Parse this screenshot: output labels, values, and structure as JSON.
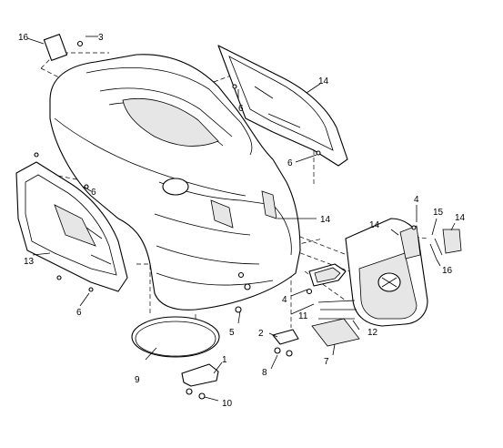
{
  "diagram": {
    "callouts": [
      {
        "id": "c1",
        "text": "1"
      },
      {
        "id": "c2",
        "text": "2"
      },
      {
        "id": "c3",
        "text": "3"
      },
      {
        "id": "c4a",
        "text": "4"
      },
      {
        "id": "c4b",
        "text": "4"
      },
      {
        "id": "c5",
        "text": "5"
      },
      {
        "id": "c6a",
        "text": "6"
      },
      {
        "id": "c6b",
        "text": "6"
      },
      {
        "id": "c6c",
        "text": "6"
      },
      {
        "id": "c6d",
        "text": "6"
      },
      {
        "id": "c7",
        "text": "7"
      },
      {
        "id": "c8",
        "text": "8"
      },
      {
        "id": "c9",
        "text": "9"
      },
      {
        "id": "c10",
        "text": "10"
      },
      {
        "id": "c11",
        "text": "11"
      },
      {
        "id": "c12",
        "text": "12"
      },
      {
        "id": "c13",
        "text": "13"
      },
      {
        "id": "c14a",
        "text": "14"
      },
      {
        "id": "c14b",
        "text": "14"
      },
      {
        "id": "c14c",
        "text": "14"
      },
      {
        "id": "c14d",
        "text": "14"
      },
      {
        "id": "c15",
        "text": "15"
      },
      {
        "id": "c16a",
        "text": "16"
      },
      {
        "id": "c16b",
        "text": "16"
      }
    ]
  }
}
